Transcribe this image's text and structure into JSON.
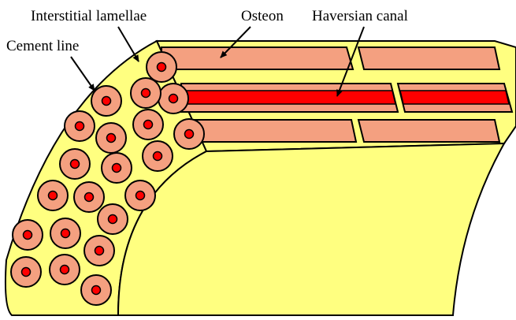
{
  "labels": {
    "interstitial_lamellae": "Interstitial lamellae",
    "osteon": "Osteon",
    "haversian_canal": "Haversian canal",
    "cement_line": "Cement line"
  },
  "colors": {
    "bone_matrix": "#FFFF80",
    "osteon": "#F4A080",
    "haversian_canal": "#FF0000",
    "outline": "#000000"
  }
}
